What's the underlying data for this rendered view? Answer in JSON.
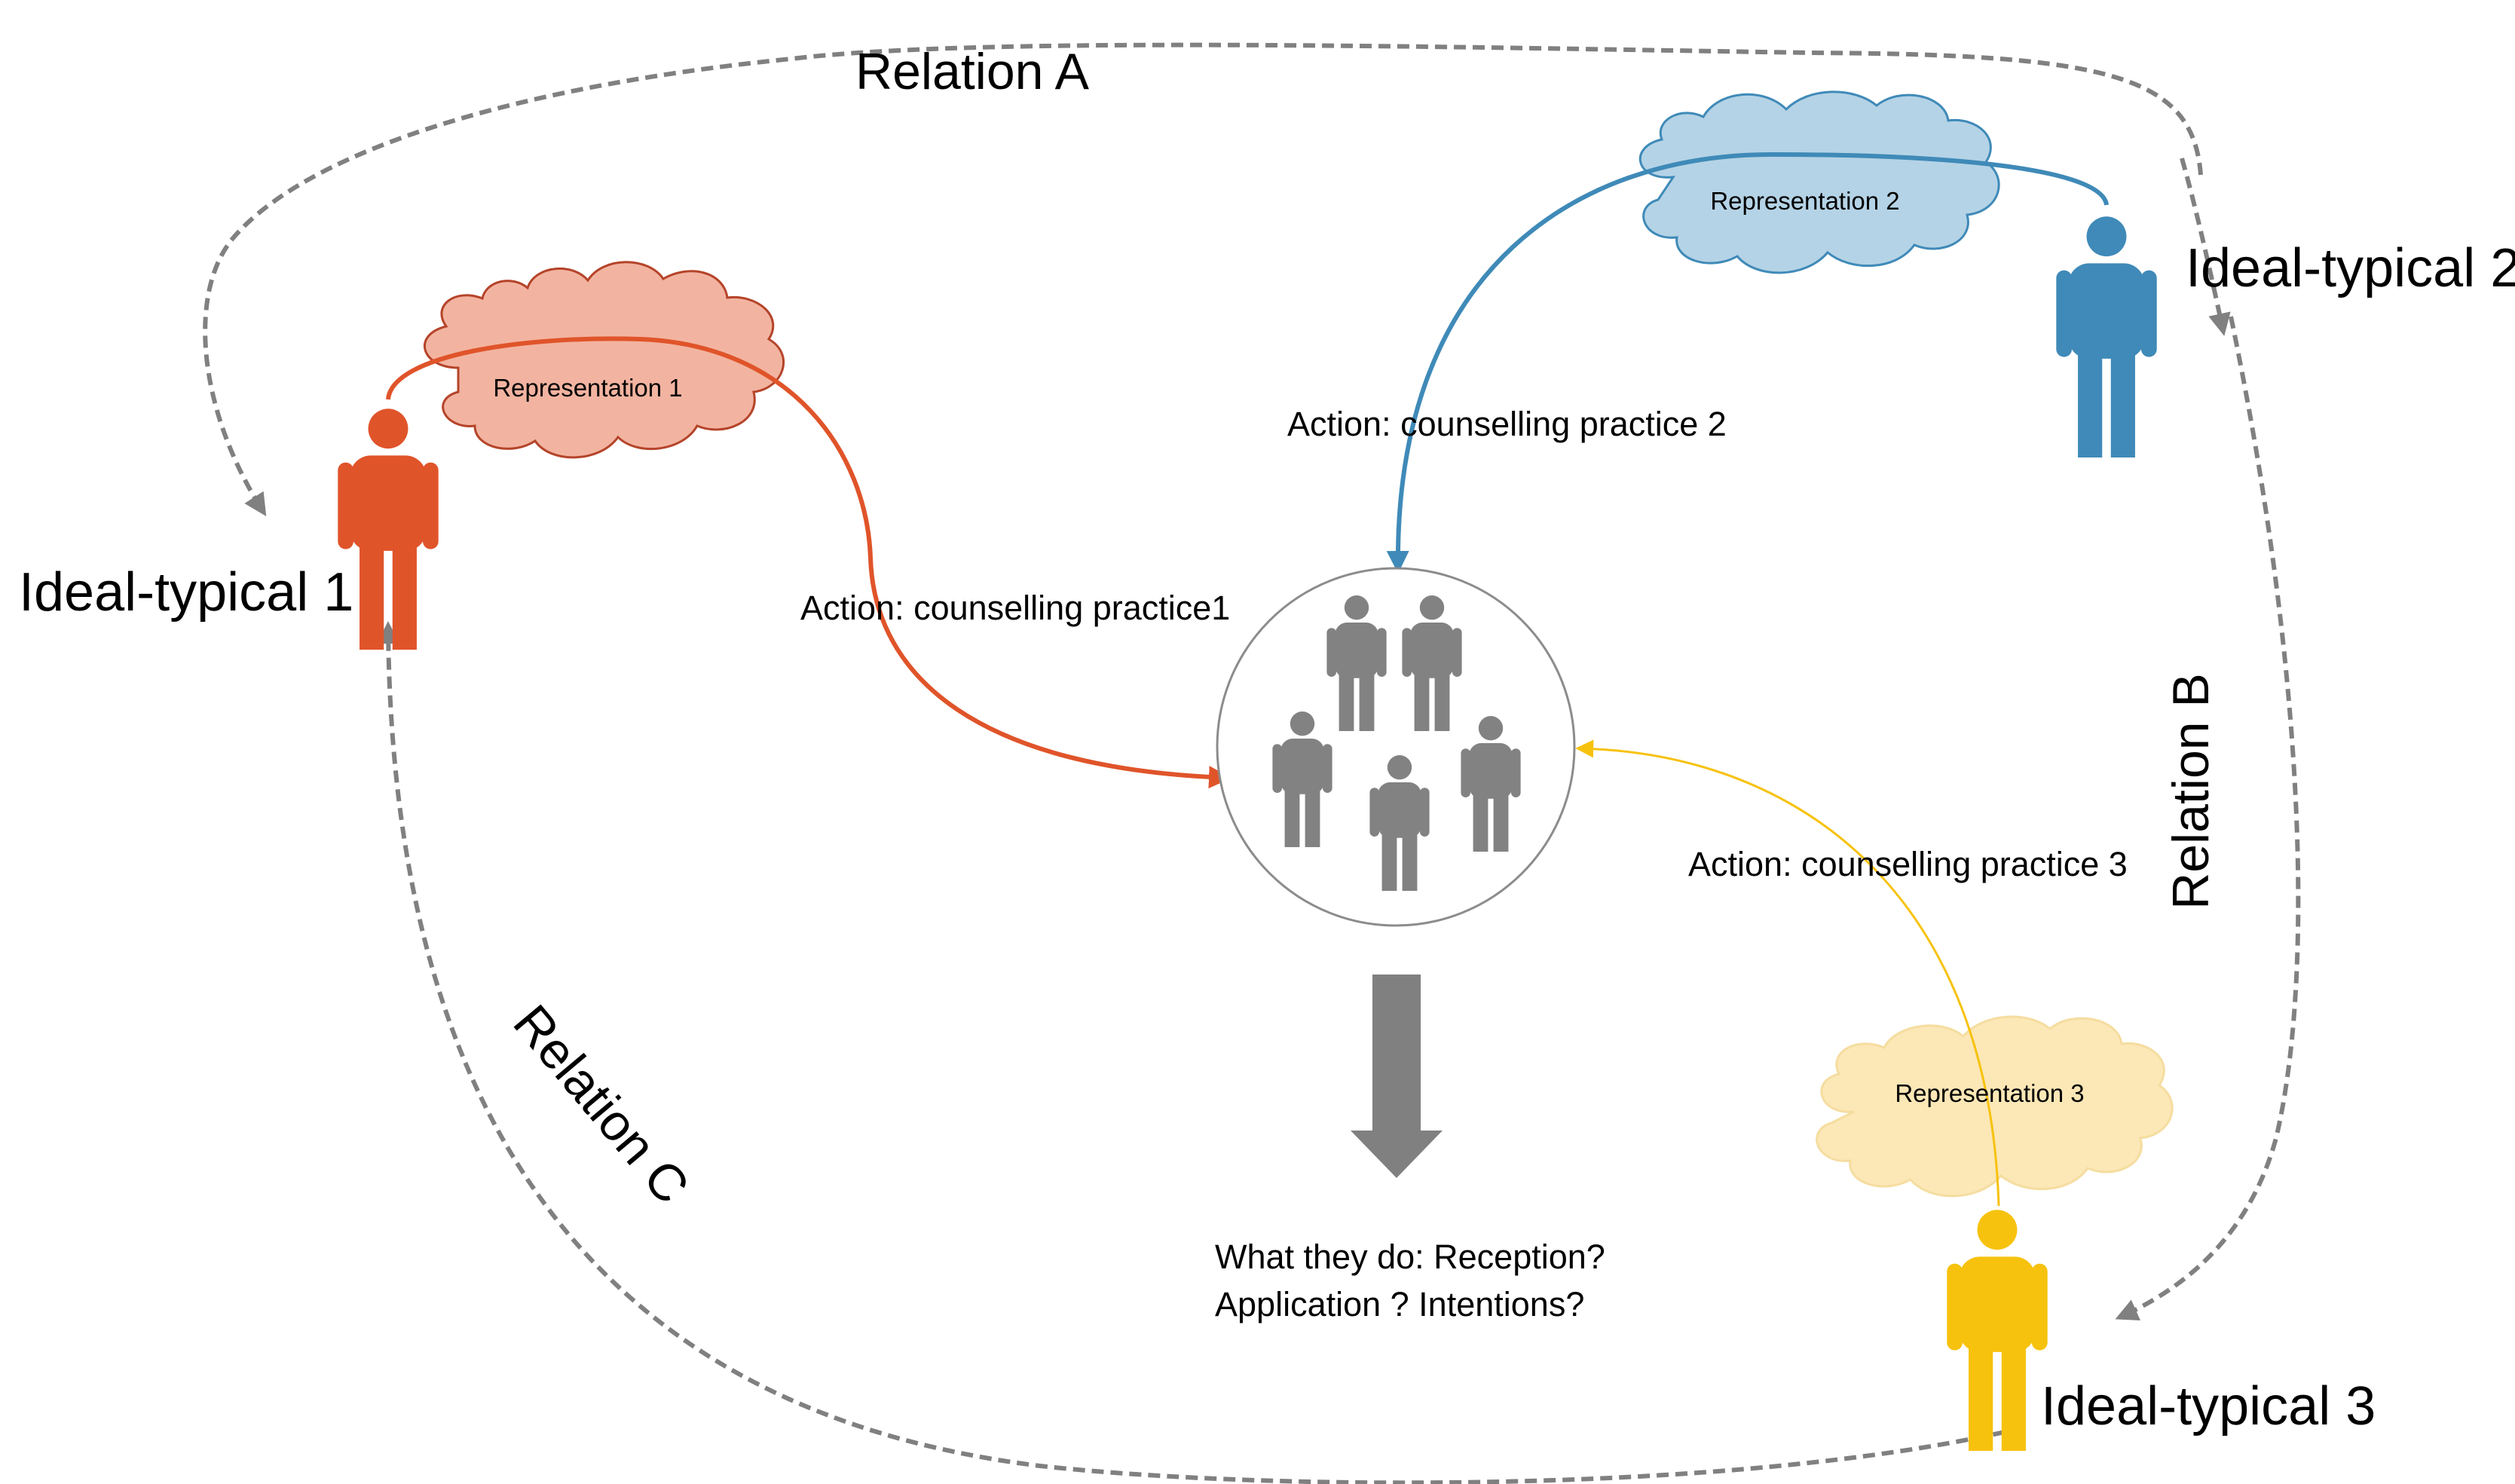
{
  "relations": {
    "a": "Relation A",
    "b": "Relation B",
    "c": "Relation C"
  },
  "ideal_types": {
    "one": "Ideal-typical 1",
    "two": "Ideal-typical 2",
    "three": "Ideal-typical 3"
  },
  "representations": {
    "one": "Representation 1",
    "two": "Representation 2",
    "three": "Representation 3"
  },
  "actions": {
    "one": "Action: counselling practice1",
    "two": "Action: counselling practice 2",
    "three": "Action: counselling practice 3"
  },
  "outcome": {
    "line1": "What they do: Reception?",
    "line2": "Application ? Intentions?"
  },
  "colors": {
    "ideal_1": "#E0542A",
    "ideal_2": "#3F8AB8",
    "ideal_3": "#F7C20E",
    "cloud_1_fill": "#F2B4A1",
    "cloud_1_stroke": "#B5442A",
    "cloud_2_fill": "#B5D3E6",
    "cloud_2_stroke": "#3F8AB8",
    "cloud_3_fill": "#FCE7B6",
    "cloud_3_stroke": "#F5DDA0",
    "group_people": "#828282",
    "relation_arrows": "#808080",
    "down_arrow": "#808080"
  }
}
